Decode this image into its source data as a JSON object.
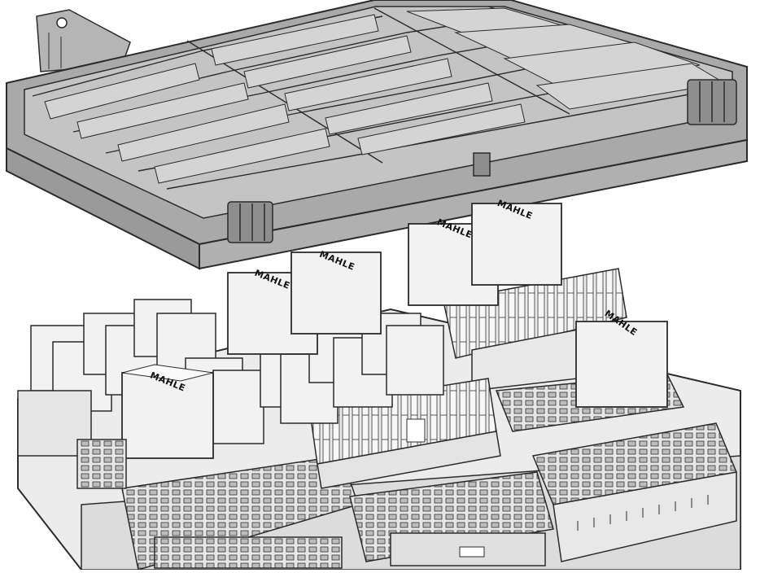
{
  "figure": {
    "relay_brand_labels": [
      "MAHLE",
      "MAHLE",
      "MAHLE",
      "MAHLE",
      "MAHLE",
      "MAHLE"
    ]
  },
  "colors": {
    "cover": "#a9a9a9",
    "cover_dark": "#8f8f8f",
    "cover_inner": "#c4c4c4",
    "body": "#efefef",
    "body_shade": "#d9d9d9",
    "outline": "#2b2b2b"
  }
}
